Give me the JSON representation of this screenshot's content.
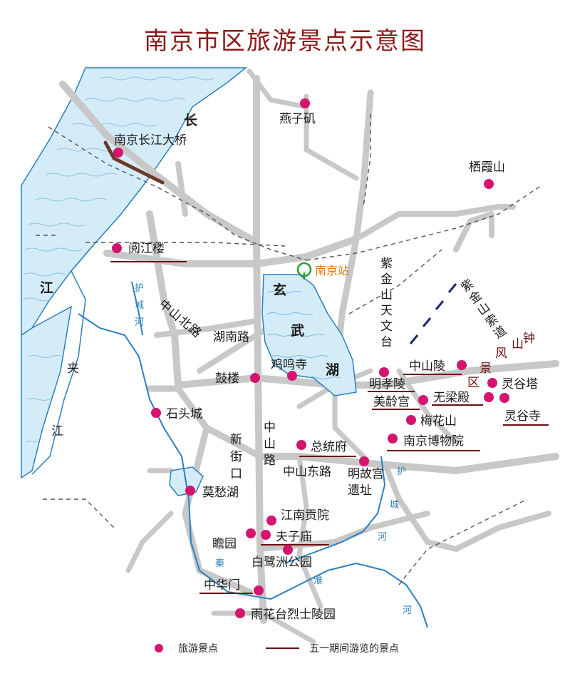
{
  "title": "南京市区旅游景点示意图",
  "colors": {
    "title": "#8b1a1a",
    "road": "#c8c8c8",
    "water": "#d4ecf7",
    "water_edge": "#2a7fc0",
    "dot": "#d4146e",
    "underline": "#6a1010",
    "railway": "#555555",
    "bridge": "#6b3a2a",
    "station": "#2a9a3a"
  },
  "water_labels": {
    "chang": "长",
    "jiang": "江",
    "jia1": "夹",
    "jia2": "江",
    "xuan": "玄",
    "wu": "武",
    "hu": "湖",
    "huchenghe_w": [
      "护",
      "城",
      "河"
    ],
    "huchenghe_e": [
      "护",
      "城",
      "河"
    ],
    "qin": "秦",
    "huai": "淮",
    "he": "河"
  },
  "roads": {
    "zhongshanbeilu": [
      "中",
      "山",
      "北",
      "路"
    ],
    "hunanlu": "湖南路",
    "zhongshanlu": [
      "中",
      "山",
      "路"
    ],
    "xinjiekou": [
      "新",
      "街",
      "口"
    ],
    "zhongshandonglu": "中山东路",
    "zijinshan_tianwentai": [
      "紫",
      "金",
      "山",
      "天",
      "文",
      "台"
    ],
    "zijinshan_suodao": [
      "紫",
      "金",
      "山",
      "索",
      "道"
    ],
    "zhongshan_scenic": [
      "钟",
      "山",
      "风",
      "景",
      "区"
    ]
  },
  "station": "南京站",
  "spots": [
    {
      "name": "燕子矶",
      "visited": false
    },
    {
      "name": "南京长江大桥",
      "visited": false
    },
    {
      "name": "栖霞山",
      "visited": false
    },
    {
      "name": "阅江楼",
      "visited": true
    },
    {
      "name": "鸡鸣寺",
      "visited": false
    },
    {
      "name": "鼓楼",
      "visited": false
    },
    {
      "name": "中山陵",
      "visited": true
    },
    {
      "name": "明孝陵",
      "visited": true
    },
    {
      "name": "美龄宫",
      "visited": true
    },
    {
      "name": "无梁殿",
      "visited": true
    },
    {
      "name": "灵谷塔",
      "visited": false
    },
    {
      "name": "灵谷寺",
      "visited": true
    },
    {
      "name": "梅花山",
      "visited": false
    },
    {
      "name": "南京博物院",
      "visited": true
    },
    {
      "name": "石头城",
      "visited": false
    },
    {
      "name": "总统府",
      "visited": true
    },
    {
      "name": "明故宫",
      "visited": false
    },
    {
      "name": "遗址",
      "visited": false
    },
    {
      "name": "莫愁湖",
      "visited": false
    },
    {
      "name": "江南贡院",
      "visited": false
    },
    {
      "name": "瞻园",
      "visited": false
    },
    {
      "name": "夫子庙",
      "visited": true
    },
    {
      "name": "白鹭洲公园",
      "visited": false
    },
    {
      "name": "中华门",
      "visited": true
    },
    {
      "name": "雨花台烈士陵园",
      "visited": false
    }
  ],
  "legend": {
    "spot": "旅游景点",
    "visited": "五一期间游览的景点"
  }
}
